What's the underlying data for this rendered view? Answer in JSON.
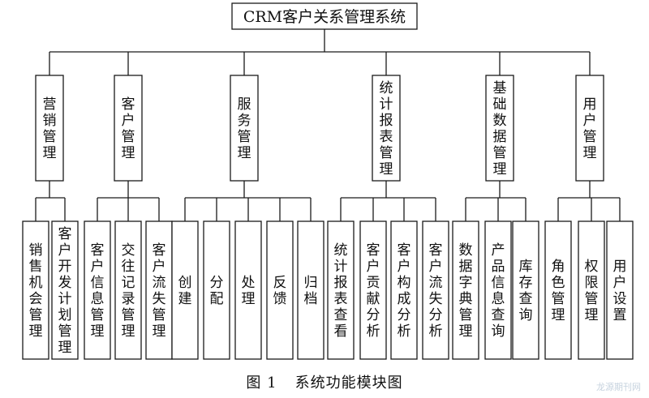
{
  "root": "CRM客户关系管理系统",
  "modules": [
    {
      "label": "营销管理",
      "children": [
        "销售机会管理",
        "客户开发计划管理"
      ]
    },
    {
      "label": "客户管理",
      "children": [
        "客户信息管理",
        "交往记录管理",
        "客户流失管理"
      ]
    },
    {
      "label": "服务管理",
      "children": [
        "创建",
        "分配",
        "处理",
        "反馈",
        "归档"
      ]
    },
    {
      "label": "统计报表管理",
      "children": [
        "统计报表查看",
        "客户贡献分析",
        "客户构成分析",
        "客户流失分析"
      ]
    },
    {
      "label": "基础数据管理",
      "children": [
        "数据字典管理",
        "产品信息查询",
        "库存查询"
      ]
    },
    {
      "label": "用户管理",
      "children": [
        "角色管理",
        "权限管理",
        "用户设置"
      ]
    }
  ],
  "caption": {
    "number": "图 1",
    "text": "系统功能模块图"
  },
  "watermark": "龙源期刊网"
}
